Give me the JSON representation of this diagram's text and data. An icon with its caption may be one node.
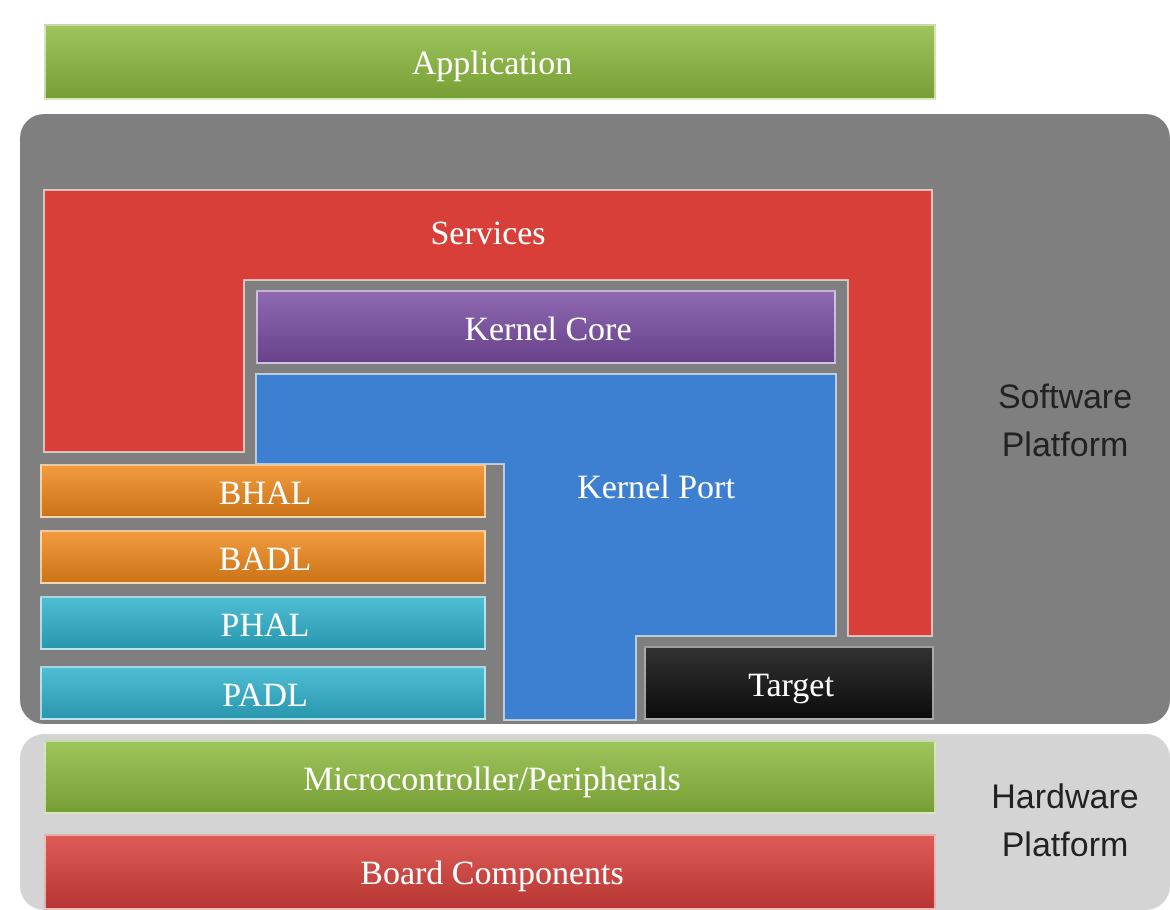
{
  "diagram": {
    "nodes": [
      {
        "text": [
          "Application"
        ]
      },
      {
        "text": [
          "Software Platform"
        ]
      },
      {
        "text": [
          "Services"
        ],
        "in": 1
      },
      {
        "text": [
          "Kernel Core"
        ],
        "in": 1
      },
      {
        "text": [
          "Kernel Port"
        ],
        "in": 1
      },
      {
        "text": [
          "BHAL"
        ],
        "in": 1
      },
      {
        "text": [
          "BADL"
        ],
        "in": 1
      },
      {
        "text": [
          "PHAL"
        ],
        "in": 1
      },
      {
        "text": [
          "PADL"
        ],
        "in": 1
      },
      {
        "text": [
          "Target"
        ],
        "in": 1
      },
      {
        "text": [
          "Hardware Platform"
        ]
      },
      {
        "text": [
          "Microcontroller/Peripherals"
        ],
        "in": 10
      },
      {
        "text": [
          "Board Components"
        ],
        "in": 10
      }
    ]
  }
}
